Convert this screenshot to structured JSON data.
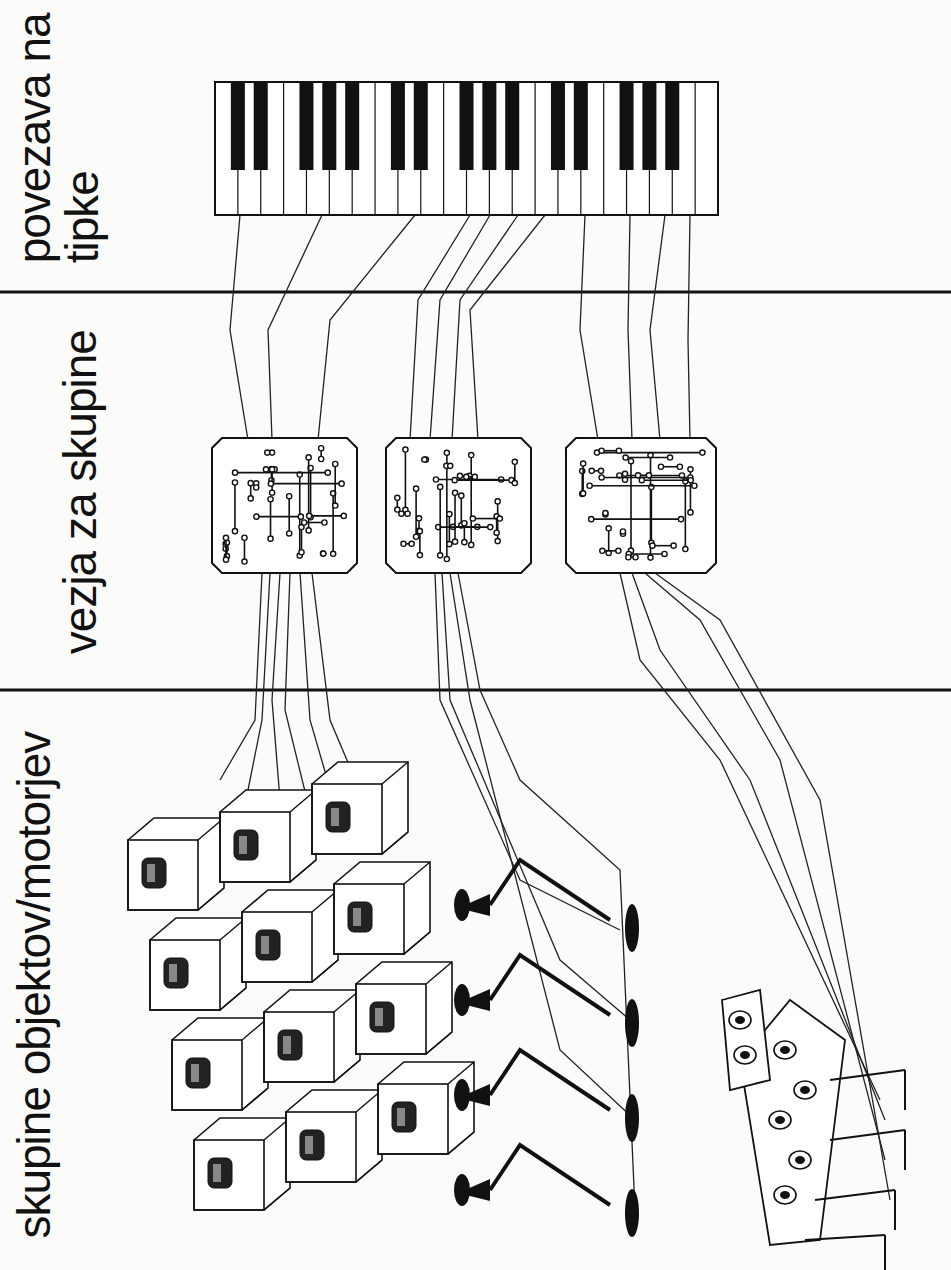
{
  "diagram": {
    "labels": [
      "skupine objektov/motorjev",
      "vezja za skupine",
      "povezava na tipke"
    ]
  }
}
